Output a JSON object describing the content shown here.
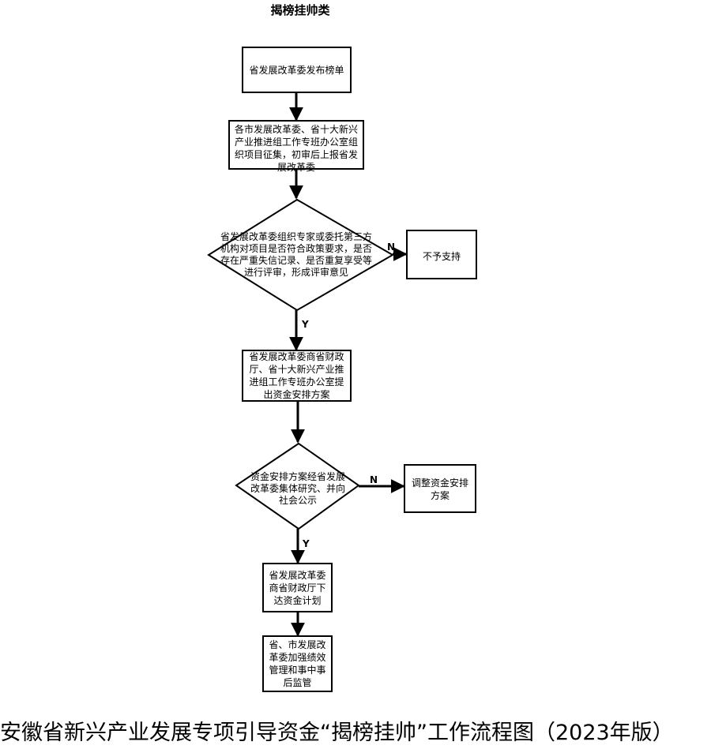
{
  "diagram": {
    "title": "揭榜挂帅类",
    "nodes": {
      "n1": "省发展改革委发布榜单",
      "n2": "各市发展改革委、省十大新兴产业推进组工作专班办公室组织项目征集，初审后上报省发展改革委",
      "d1": "省发展改革委组织专家或委托第三方机构对项目是否符合政策要求，是否存在严重失信记录、是否重复享受等进行评审，形成评审意见",
      "no1": "不予支持",
      "n3": "省发展改革委商省财政厅、省十大新兴产业推进组工作专班办公室提出资金安排方案",
      "d2": "资金安排方案经省发展改革委集体研究、并向社会公示",
      "no2": "调整资金安排方案",
      "n4": "省发展改革委商省财政厅下达资金计划",
      "n5": "省、市发展改革委加强绩效管理和事中事后监管"
    },
    "edge_labels": {
      "d1_no": "N",
      "d1_yes": "Y",
      "d2_no": "N",
      "d2_yes": "Y"
    }
  },
  "caption": "安徽省新兴产业发展专项引导资金“揭榜挂帅”工作流程图（2023年版）"
}
